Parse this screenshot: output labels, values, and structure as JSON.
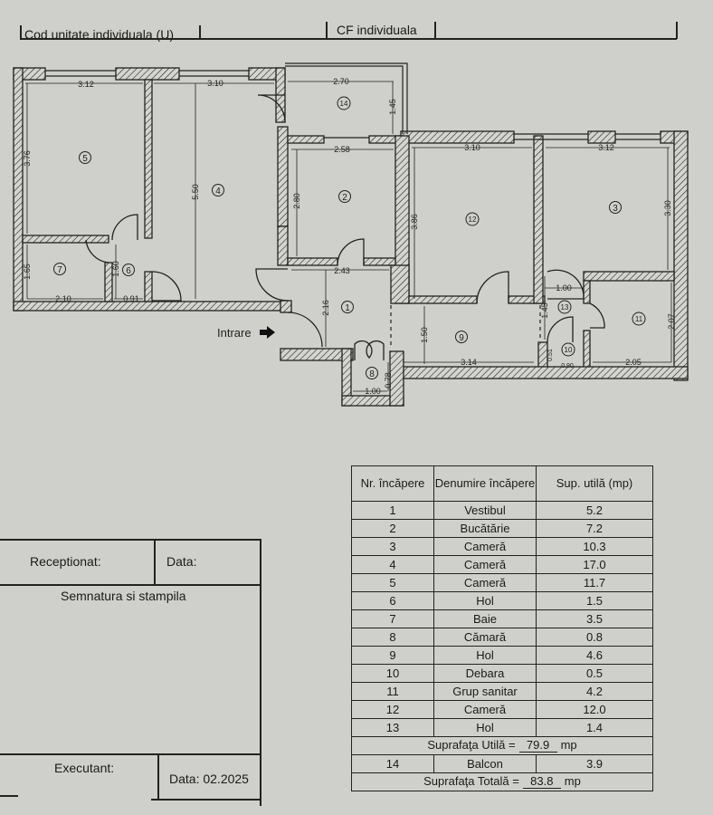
{
  "header": {
    "cod_unitate_label": "Cod unitate individuala (U)",
    "cf_label": "CF individuala"
  },
  "plan": {
    "entrance_label": "Intrare",
    "rooms": [
      "1",
      "2",
      "3",
      "4",
      "5",
      "6",
      "7",
      "8",
      "9",
      "10",
      "11",
      "12",
      "13",
      "14"
    ],
    "dimensions": {
      "r5_width": "3.12",
      "r5_height": "3.76",
      "r4_width": "3.10",
      "r4_height": "5.50",
      "r14_width": "2.70",
      "r14_height": "1.45",
      "r2_width": "2.58",
      "r2_height": "2.80",
      "r12_width": "3.10",
      "r12_height": "3.86",
      "r3_width": "3.12",
      "r3_height": "3.30",
      "r7_width": "2.10",
      "r7_height": "1.65",
      "r6_width": "0.91",
      "r6_height": "1.60",
      "r1_width": "2.43",
      "r1_height": "2.16",
      "r8_width": "1.00",
      "r8_height": "0.78",
      "r9_width": "3.14",
      "r9_height": "1.50",
      "r13_width": "1.00",
      "r13_height": "1.45",
      "r10_width": "0.90",
      "r10_height": "0.51",
      "r11_width": "2.05",
      "r11_height": "2.07"
    }
  },
  "table": {
    "headers": [
      "Nr. încăpere",
      "Denumire încăpere",
      "Sup. utilă (mp)"
    ],
    "rows": [
      {
        "nr": "1",
        "name": "Vestibul",
        "area": "5.2"
      },
      {
        "nr": "2",
        "name": "Bucătărie",
        "area": "7.2"
      },
      {
        "nr": "3",
        "name": "Cameră",
        "area": "10.3"
      },
      {
        "nr": "4",
        "name": "Cameră",
        "area": "17.0"
      },
      {
        "nr": "5",
        "name": "Cameră",
        "area": "11.7"
      },
      {
        "nr": "6",
        "name": "Hol",
        "area": "1.5"
      },
      {
        "nr": "7",
        "name": "Baie",
        "area": "3.5"
      },
      {
        "nr": "8",
        "name": "Cămară",
        "area": "0.8"
      },
      {
        "nr": "9",
        "name": "Hol",
        "area": "4.6"
      },
      {
        "nr": "10",
        "name": "Debara",
        "area": "0.5"
      },
      {
        "nr": "11",
        "name": "Grup sanitar",
        "area": "4.2"
      },
      {
        "nr": "12",
        "name": "Cameră",
        "area": "12.0"
      },
      {
        "nr": "13",
        "name": "Hol",
        "area": "1.4"
      }
    ],
    "useful_label": "Suprafaţa Utilă =",
    "useful_value": "79.9",
    "useful_unit": "mp",
    "balcony": {
      "nr": "14",
      "name": "Balcon",
      "area": "3.9"
    },
    "total_label": "Suprafaţa Totală =",
    "total_value": "83.8",
    "total_unit": "mp"
  },
  "signoff": {
    "receptionat_label": "Receptionat:",
    "data_label": "Data:",
    "semnatura_label": "Semnatura si stampila",
    "executant_label": "Executant:",
    "executant_date": "Data: 02.2025"
  }
}
